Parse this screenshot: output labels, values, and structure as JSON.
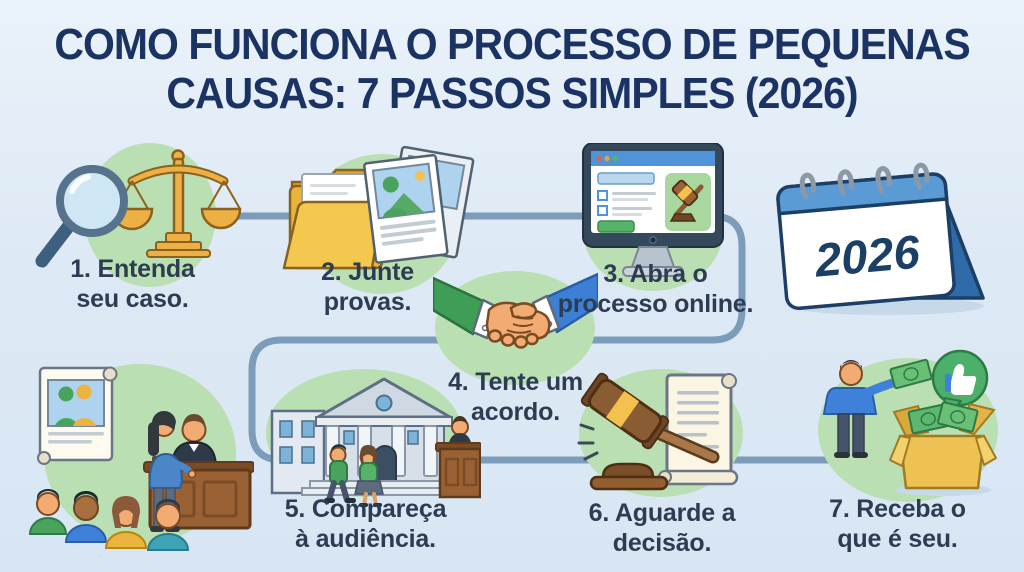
{
  "title": {
    "line1": "COMO FUNCIONA O PROCESSO DE PEQUENAS",
    "line2": "CAUSAS: 7 PASSOS SIMPLES (2026)"
  },
  "calendar": {
    "year": "2026"
  },
  "steps": [
    {
      "num": "1",
      "line1": "1. Entenda",
      "line2": "seu caso.",
      "icons": [
        "magnifier-icon",
        "scales-of-justice-icon"
      ]
    },
    {
      "num": "2",
      "line1": "2. Junte",
      "line2": "provas.",
      "icons": [
        "folder-icon",
        "photos-icon"
      ]
    },
    {
      "num": "3",
      "line1": "3. Abra o",
      "line2": "processo online.",
      "icons": [
        "computer-monitor-icon",
        "gavel-icon"
      ]
    },
    {
      "num": "4",
      "line1": "4. Tente um",
      "line2": "acordo.",
      "icons": [
        "handshake-icon"
      ]
    },
    {
      "num": "5",
      "line1": "5. Compareça",
      "line2": "à audiência.",
      "icons": [
        "courthouse-icon",
        "judge-bench-icon",
        "walking-people-icon"
      ]
    },
    {
      "num": "6",
      "line1": "6. Aguarde a",
      "line2": "decisão.",
      "icons": [
        "gavel-icon",
        "scroll-document-icon"
      ]
    },
    {
      "num": "7",
      "line1": "7. Receba o",
      "line2": "que é seu.",
      "icons": [
        "person-with-money-icon",
        "open-box-icon",
        "thumbs-up-bubble-icon"
      ]
    }
  ],
  "decorations": {
    "courtroom_scene": "courtroom-audience-illustration",
    "calendar_scene": "desk-calendar-2026"
  },
  "colors": {
    "background": "#dde9f5",
    "title_text": "#1a3363",
    "caption_text": "#2d3c52",
    "connector_line": "#7d9cba",
    "accent_green_blob": "#b9dfb2",
    "gold": "#eeb045",
    "folder_yellow": "#f4c84f",
    "ui_blue": "#4f94d8",
    "button_green": "#57b36a",
    "sleeve_green": "#3e9e55",
    "sleeve_blue": "#3e7fd6",
    "skin": "#f2ab72",
    "wood_brown": "#9a6234",
    "money_green": "#5cb870",
    "calendar_blue": "#5b9bd5",
    "calendar_navy": "#1c3f66"
  }
}
